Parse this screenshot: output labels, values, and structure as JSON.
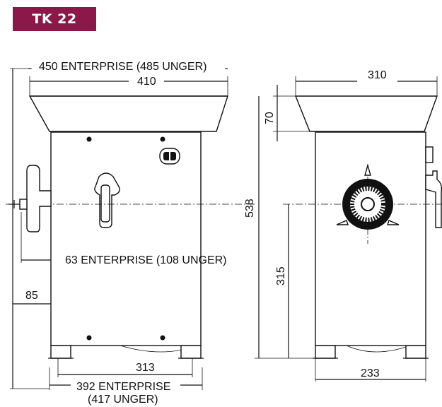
{
  "title": "TK 22",
  "colors": {
    "badge": "#8b1848",
    "line": "#111111"
  },
  "dimensions": {
    "top_width": "450 ENTERPRISE (485 UNGER)",
    "bowl_width": "410",
    "handle_offset": "63 ENTERPRISE (108 UNGER)",
    "left_depth": "85",
    "feet_span": "313",
    "base_width_line1": "392 ENTERPRISE",
    "base_width_line2": "(417 UNGER)",
    "side_bowl_width": "310",
    "bowl_height": "70",
    "total_height": "538",
    "outlet_height": "315",
    "side_base_width": "233"
  }
}
